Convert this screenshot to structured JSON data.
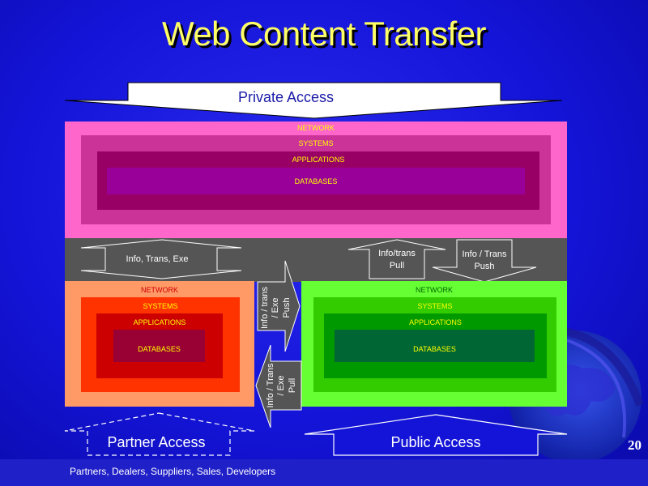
{
  "title": "Web Content Transfer",
  "slide_number": "20",
  "footer_text": "Partners, Dealers, Suppliers, Sales, Developers",
  "access": {
    "private": "Private Access",
    "partner": "Partner Access",
    "public": "Public Access"
  },
  "private_stack": {
    "network": "NETWORK",
    "systems": "SYSTEMS",
    "applications": "APPLICATIONS",
    "databases": "DATABASES"
  },
  "partner_stack": {
    "network": "NETWORK",
    "systems": "SYSTEMS",
    "applications": "APPLICATIONS",
    "databases": "DATABASES"
  },
  "public_stack": {
    "network": "NETWORK",
    "systems": "SYSTEMS",
    "applications": "APPLICATIONS",
    "databases": "DATABASES"
  },
  "arrows": {
    "info_trans_exe": "Info, Trans, Exe",
    "info_trans_pull_1": "Info/trans",
    "info_trans_pull_2": "Pull",
    "info_trans_push_1": "Info / Trans",
    "info_trans_push_2": "Push",
    "vertical_push_1": "Info / trans",
    "vertical_push_2": "/ Exe",
    "vertical_push_3": "Push",
    "vertical_pull_1": "Info / Trans",
    "vertical_pull_2": "/ Exe",
    "vertical_pull_3": "Pull"
  },
  "colors": {
    "private_network": "#ff66cc",
    "private_systems": "#cc3399",
    "private_applications": "#990066",
    "private_databases": "#990099",
    "partner_network": "#ff9966",
    "partner_systems": "#ff3300",
    "partner_applications": "#cc0000",
    "partner_databases": "#990033",
    "public_network": "#66ff33",
    "public_systems": "#33cc00",
    "public_applications": "#009900",
    "public_databases": "#006633",
    "label_yellow": "#ffff00"
  }
}
